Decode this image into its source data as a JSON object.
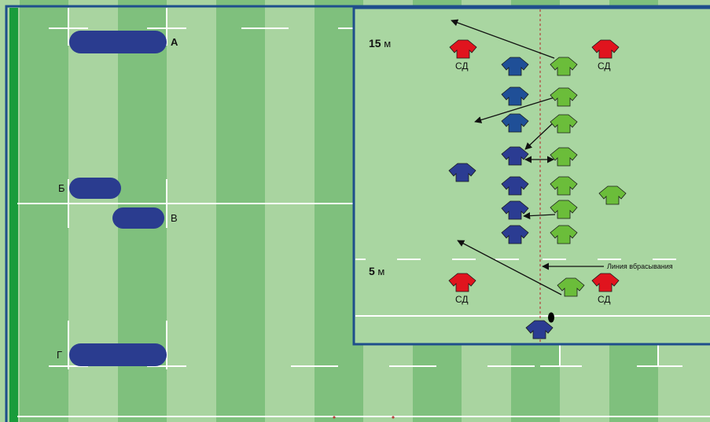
{
  "colors": {
    "stripe_dark": "#7fc07d",
    "stripe_light": "#a9d4a0",
    "inset_bg": "#a9d6a1",
    "border_blue": "#1e4e8c",
    "touch_green": "#1a9c3b",
    "pad_blue": "#2a3c8f",
    "team_red": "#e0141e",
    "team_green": "#6bbd3a",
    "team_blue": "#1f4f97",
    "team_navy": "#2b3c92",
    "line_white": "#ffffff",
    "arrow": "#111111",
    "throw_line": "#b4413c"
  },
  "field": {
    "zones": [
      {
        "id": "A",
        "label": "А"
      },
      {
        "id": "B",
        "label": "Б"
      },
      {
        "id": "V",
        "label": "В"
      },
      {
        "id": "G",
        "label": "Г"
      }
    ]
  },
  "inset": {
    "distance_15": {
      "value": "15",
      "unit": "м"
    },
    "distance_5": {
      "value": "5",
      "unit": "м"
    },
    "sd_label": "СД",
    "throw_line_label": "Линия вбрасывания"
  }
}
